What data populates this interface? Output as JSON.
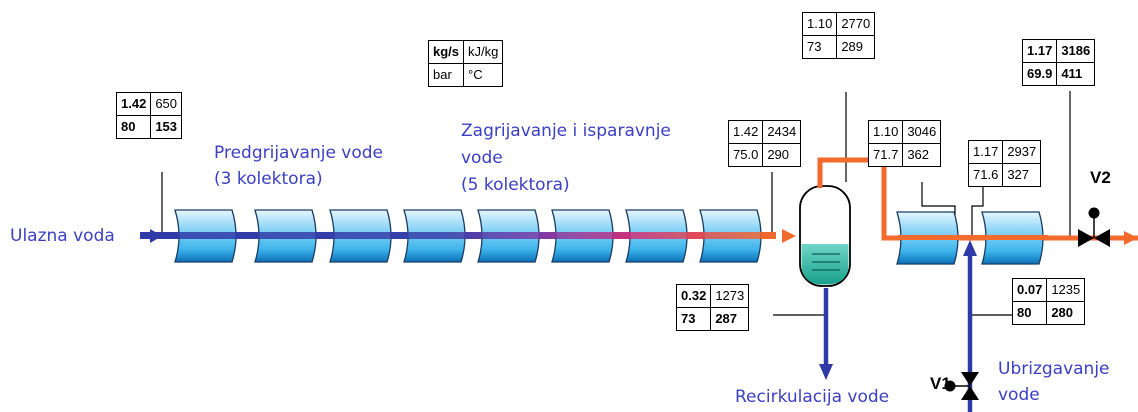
{
  "legend": {
    "r1c1": "kg/s",
    "r1c2": "kJ/kg",
    "r2c1": "bar",
    "r2c2": "°C"
  },
  "labels": {
    "inlet": "Ulazna voda",
    "preheat_l1": "Predgrijavanje vode",
    "preheat_l2": "(3 kolektora)",
    "evap_l1": "Zagrijavanje i isparavnje",
    "evap_l2": "vode",
    "evap_l3": "(5 kolektora)",
    "recirc": "Recirkulacija vode",
    "inject_l1": "Ubrizgavanje",
    "inject_l2": "vode",
    "v1": "V1",
    "v2": "V2"
  },
  "boxes": {
    "inlet": {
      "m": "1.42",
      "h": "650",
      "p": "80",
      "t": "153"
    },
    "evap_out": {
      "m": "1.42",
      "h": "2434",
      "p": "75.0",
      "t": "290"
    },
    "recirc": {
      "m": "0.32",
      "h": "1273",
      "p": "73",
      "t": "287"
    },
    "steam": {
      "m": "1.10",
      "h": "2770",
      "p": "73",
      "t": "289"
    },
    "sh1_out": {
      "m": "1.10",
      "h": "3046",
      "p": "71.7",
      "t": "362"
    },
    "mix": {
      "m": "1.17",
      "h": "2937",
      "p": "71.6",
      "t": "327"
    },
    "outlet": {
      "m": "1.17",
      "h": "3186",
      "p": "69.9",
      "t": "411"
    },
    "injection": {
      "m": "0.07",
      "h": "1235",
      "p": "80",
      "t": "280"
    }
  },
  "colors": {
    "water": "#2f3aa8",
    "steam": "#f26a2c",
    "collector_top": "#e6f6ff",
    "collector_mid": "#3fb6ec",
    "collector_bottom": "#0a6fb7",
    "label_blue": "#3a3fc4"
  }
}
